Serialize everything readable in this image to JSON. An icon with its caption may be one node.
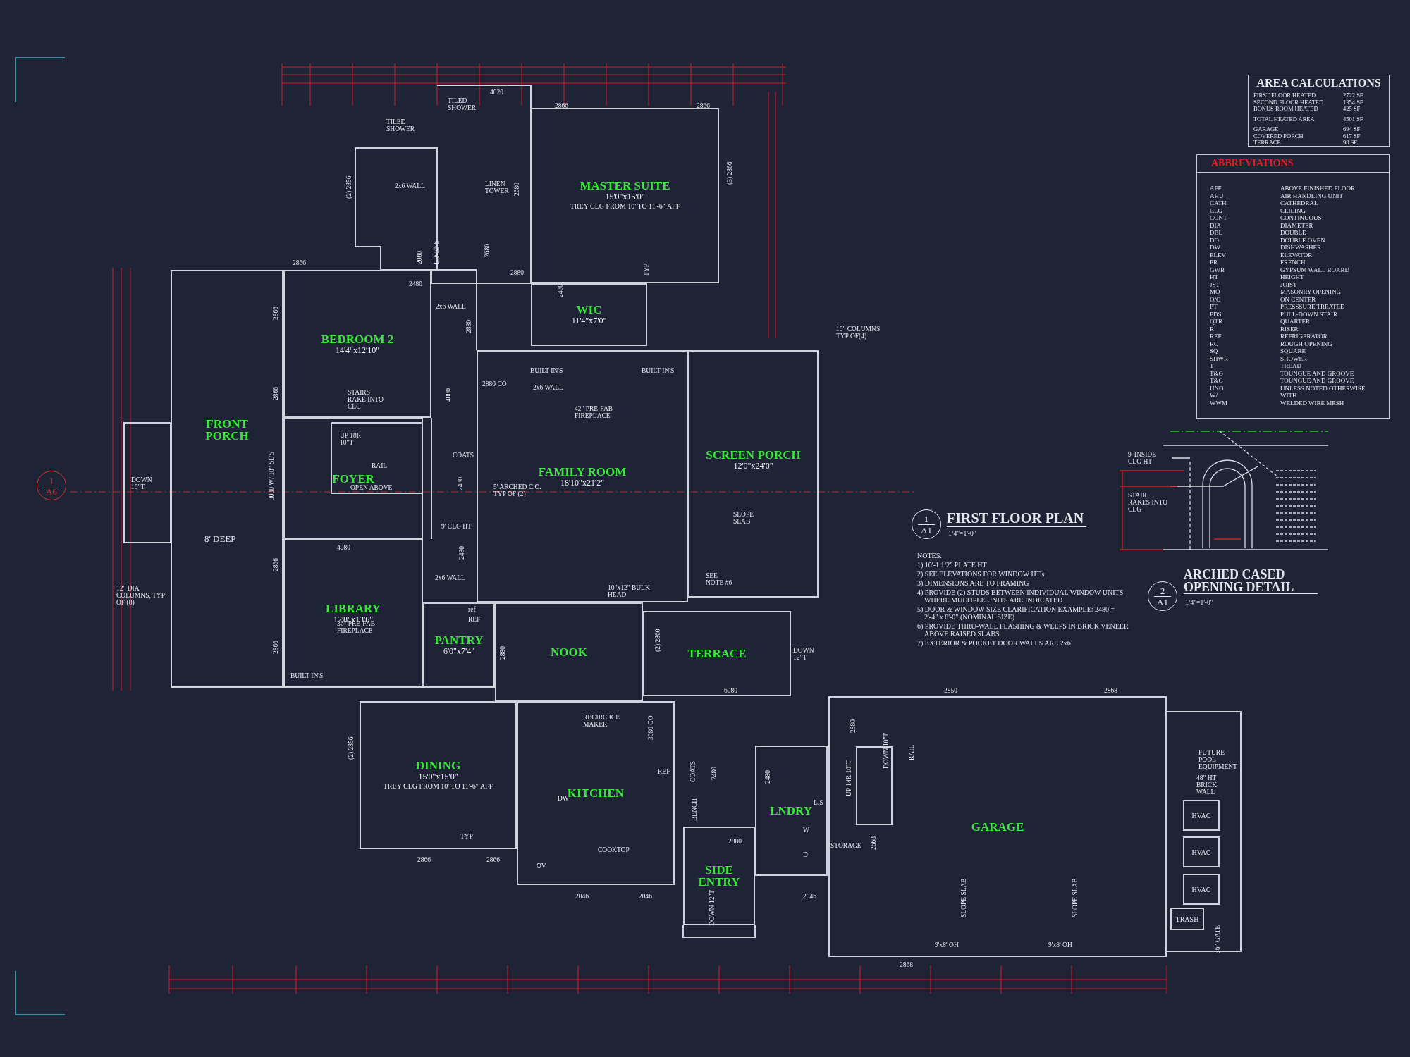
{
  "diagram": {
    "title": "FIRST FLOOR PLAN",
    "nodes": [
      {
        "text": [
          "MASTER SUITE",
          "15'0\"x15'0\"",
          "TREY CLG FROM 10' TO 11'-6\" AFF"
        ]
      },
      {
        "text": [
          "WIC",
          "11'4\"x7'0\""
        ]
      },
      {
        "text": [
          "BEDROOM 2",
          "14'4\"x12'10\""
        ]
      },
      {
        "text": [
          "FRONT PORCH"
        ]
      },
      {
        "text": [
          "FOYER"
        ]
      },
      {
        "text": [
          "LIBRARY",
          "12'8\"x13'6\""
        ]
      },
      {
        "text": [
          "FAMILY ROOM",
          "18'10\"x21'2\""
        ]
      },
      {
        "text": [
          "SCREEN PORCH",
          "12'0\"x24'0\""
        ]
      },
      {
        "text": [
          "PANTRY",
          "6'0\"x7'4\""
        ]
      },
      {
        "text": [
          "NOOK"
        ]
      },
      {
        "text": [
          "TERRACE"
        ]
      },
      {
        "text": [
          "DINING",
          "15'0\"x15'0\"",
          "TREY CLG FROM 10' TO 11'-6\" AFF"
        ]
      },
      {
        "text": [
          "KITCHEN"
        ]
      },
      {
        "text": [
          "SIDE ENTRY"
        ]
      },
      {
        "text": [
          "LNDRY"
        ]
      },
      {
        "text": [
          "GARAGE"
        ]
      },
      {
        "text": [
          "HVAC"
        ]
      },
      {
        "text": [
          "HVAC"
        ]
      },
      {
        "text": [
          "HVAC"
        ]
      },
      {
        "text": [
          "TRASH"
        ]
      },
      {
        "text": [
          "1",
          "A6"
        ]
      },
      {
        "text": [
          "1",
          "A1"
        ]
      },
      {
        "text": [
          "2",
          "A1"
        ]
      },
      {
        "text": [
          "AREA CALCULATIONS"
        ]
      },
      {
        "text": [
          "ABBREVIATIONS"
        ]
      }
    ],
    "edges": [],
    "labels": [
      "FIRST FLOOR HEATED",
      "2722 SF",
      "SECOND FLOOR HEATED",
      "1354 SF",
      "BONUS ROOM HEATED",
      "425 SF",
      "TOTAL HEATED AREA",
      "4501 SF",
      "GARAGE",
      "694 SF",
      "COVERED PORCH",
      "617 SF",
      "TERRACE",
      "98 SF",
      "AFF",
      "ABOVE FINISHED FLOOR",
      "AHU",
      "AIR HANDLING UNIT",
      "CATH",
      "CATHEDRAL",
      "CLG",
      "CEILING",
      "CONT",
      "CONTINUOUS",
      "DIA",
      "DIAMETER",
      "DBL",
      "DOUBLE",
      "DO",
      "DOUBLE OVEN",
      "DW",
      "DISHWASHER",
      "ELEV",
      "ELEVATOR",
      "FR",
      "FRENCH",
      "GWB",
      "GYPSUM WALL BOARD",
      "HT",
      "HEIGHT",
      "JST",
      "JOIST",
      "MO",
      "MASONRY OPENING",
      "O/C",
      "ON CENTER",
      "PT",
      "PRESSSURE TREATED",
      "PDS",
      "PULL-DOWN STAIR",
      "QTR",
      "QUARTER",
      "R",
      "RISER",
      "REF",
      "REFRIGERATOR",
      "RO",
      "ROUGH OPENING",
      "SQ",
      "SQUARE",
      "SHWR",
      "SHOWER",
      "T",
      "TREAD",
      "T&G",
      "TOUNGUE AND GROOVE",
      "T&G",
      "TOUNGUE AND GROOVE",
      "UNO",
      "UNLESS NOTED OTHERWISE",
      "W/",
      "WITH",
      "WWM",
      "WELDED WIRE MESH",
      "1/4\"=1'-0\"",
      "NOTES:",
      "1) 10'-1 1/2\" PLATE HT",
      "2) SEE ELEVATIONS FOR WINDOW HT's",
      "3) DIMENSIONS ARE TO FRAMING",
      "4) PROVIDE (2) STUDS BETWEEN INDIVIDUAL WINDOW UNITS WHERE MULTIPLE UNITS ARE INDICATED",
      "5) DOOR & WINDOW SIZE CLARIFICATION EXAMPLE: 2480 = 2'-4\" x 8'-0\" (NOMINAL SIZE)",
      "6) PROVIDE THRU-WALL FLASHING & WEEPS IN BRICK VENEER ABOVE RAISED SLABS",
      "7) EXTERIOR & POCKET DOOR WALLS ARE 2x6",
      "ARCHED CASED OPENING DETAIL",
      "1/4\"=1'-0\"",
      "9' INSIDE CLG HT",
      "STAIR RAKES INTO CLG",
      "TILED SHOWER",
      "TILED SHOWER",
      "4020",
      "2866",
      "2866",
      "2x6 WALL",
      "LINEN TOWER",
      "(2) 2856",
      "(3) 2866",
      "2680",
      "2680",
      "LINENS",
      "2080",
      "2480",
      "2880",
      "2480",
      "TYP",
      "2866",
      "2x6 WALL",
      "2880",
      "2866",
      "2866",
      "BUILT IN'S",
      "BUILT IN'S",
      "2880 CO",
      "2x6 WALL",
      "42\" PRE-FAB FIREPLACE",
      "4080",
      "STAIRS RAKE INTO CLG",
      "UP 18R 10\"T",
      "RAIL",
      "OPEN ABOVE",
      "COATS",
      "2480",
      "5' ARCHED C.O. TYP OF (2)",
      "9' CLG HT",
      "2480",
      "2x6 WALL",
      "3080 W/ 18\" SL'S",
      "8' DEEP",
      "DOWN 10\"T",
      "4080",
      "2866",
      "2866",
      "12\" DIA COLUMNS, TYP OF (8)",
      "36\" PRE-FAB FIREPLACE",
      "BUILT IN'S",
      "ref",
      "REF",
      "2880",
      "10\"x12\" BULK HEAD",
      "SEE NOTE #6",
      "10\" COLUMNS TYP OF(4)",
      "SLOPE SLAB",
      "DOWN 12\"T",
      "(2) 2860",
      "6080",
      "2850",
      "2868",
      "RECIRC ICE MAKER",
      "3080 CO",
      "REF",
      "DW",
      "COATS",
      "2480",
      "BENCH",
      "2880",
      "2480",
      "2880",
      "L.S",
      "W",
      "D",
      "UP 14R 10\"T",
      "DOWN 10\"T",
      "RAIL",
      "2668",
      "STORAGE",
      "TYP",
      "2866",
      "2866",
      "COOKTOP",
      "OV",
      "2046",
      "2046",
      "2046",
      "(2) 2856",
      "DOWN 12\"T",
      "9'x8' OH",
      "9'x8' OH",
      "SLOPE SLAB",
      "SLOPE SLAB",
      "2868",
      "FUTURE POOL EQUIPMENT",
      "48\" HT BRICK WALL",
      "36\" GATE"
    ]
  }
}
